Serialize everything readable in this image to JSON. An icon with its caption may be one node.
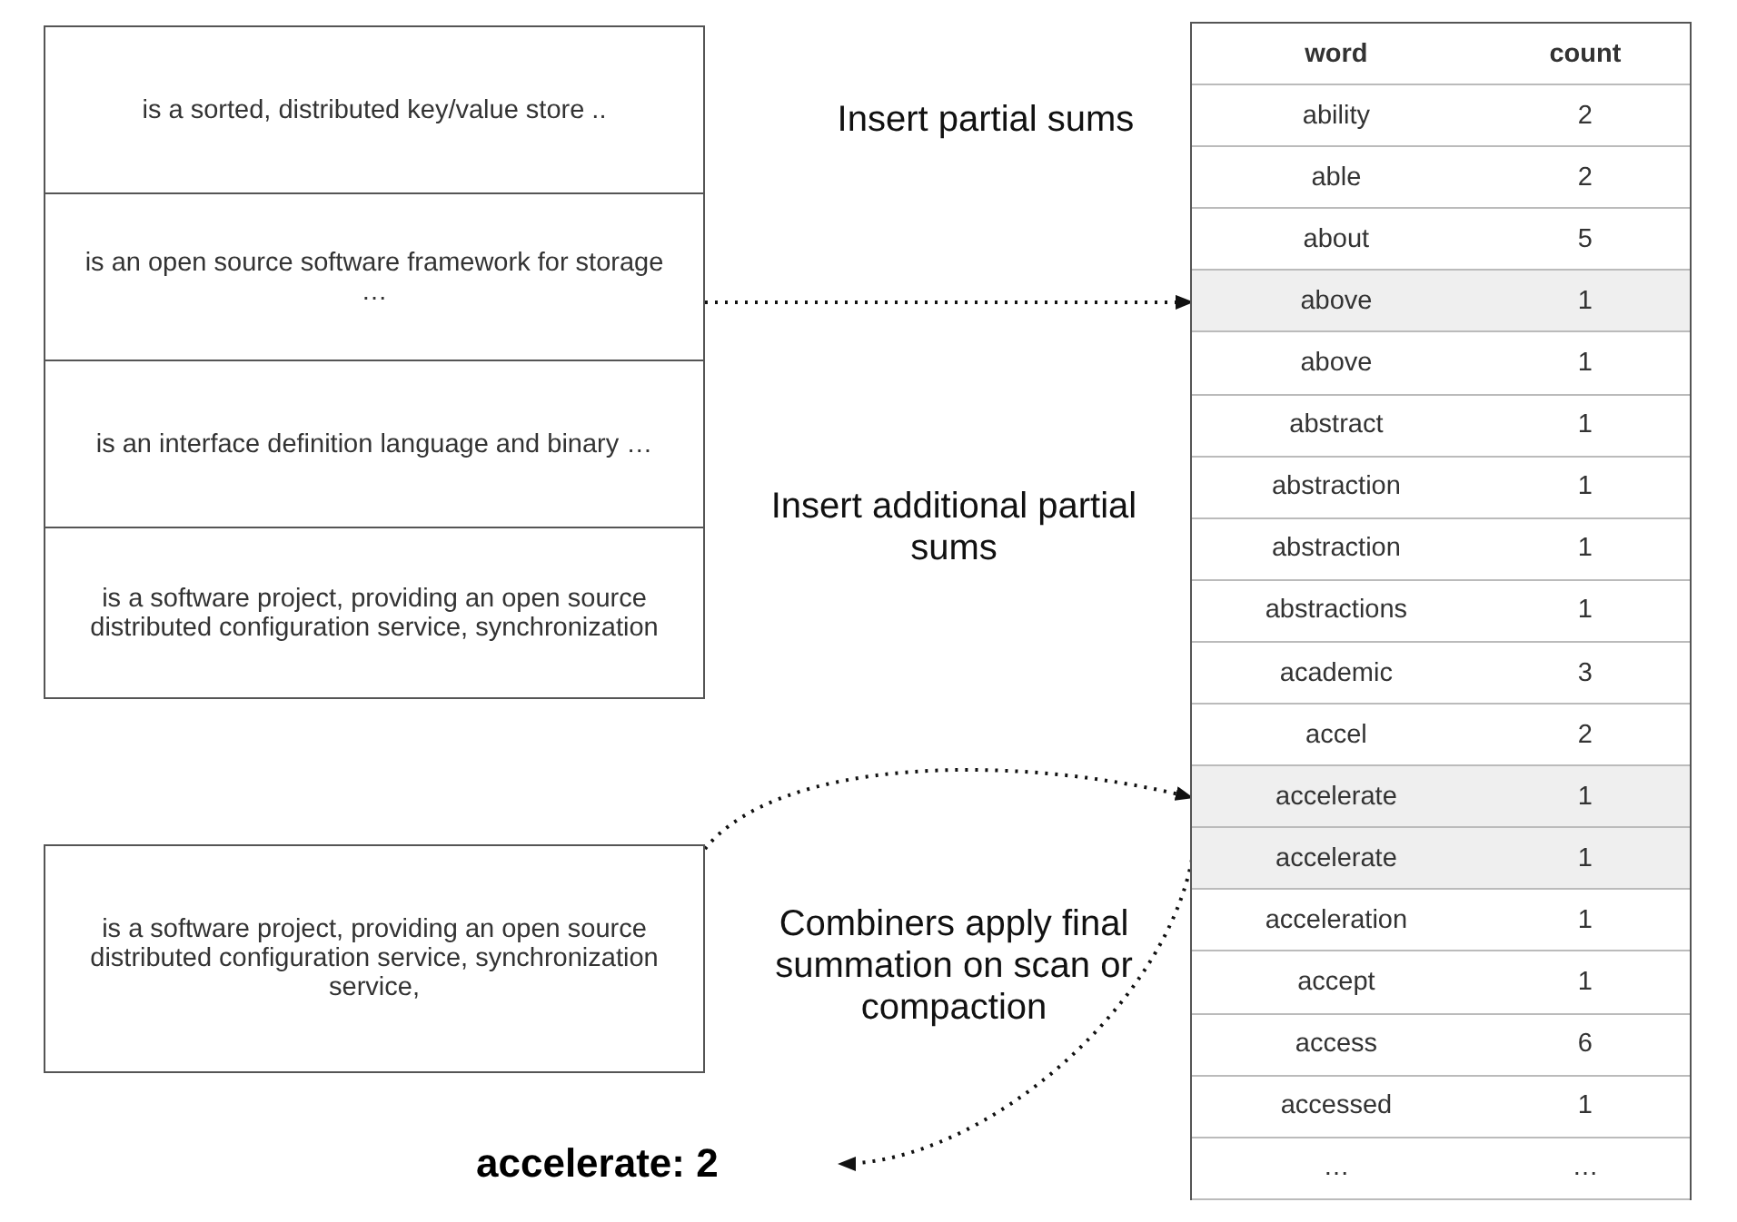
{
  "diagram": {
    "nodes": [
      {
        "text": [
          "is a sorted, distributed key/value store .."
        ]
      },
      {
        "text": [
          "is an open source software framework for storage …"
        ]
      },
      {
        "text": [
          "is an interface definition language and binary …"
        ]
      },
      {
        "text": [
          "is a software project, providing an open source distributed configuration service, synchronization"
        ]
      },
      {
        "text": [
          "is a software project, providing an open source distributed configuration service, synchronization service,"
        ]
      },
      {
        "text": [],
        "shape": "box"
      },
      {
        "text": [
          "word",
          "count"
        ],
        "in": 5
      },
      {
        "text": [
          "ability",
          "2"
        ],
        "in": 5
      },
      {
        "text": [
          "able",
          "2"
        ],
        "in": 5
      },
      {
        "text": [
          "about",
          "5"
        ],
        "in": 5
      },
      {
        "text": [
          "above",
          "1"
        ],
        "in": 5
      },
      {
        "text": [
          "above",
          "1"
        ],
        "in": 5
      },
      {
        "text": [
          "abstract",
          "1"
        ],
        "in": 5
      },
      {
        "text": [
          "abstraction",
          "1"
        ],
        "in": 5
      },
      {
        "text": [
          "abstraction",
          "1"
        ],
        "in": 5
      },
      {
        "text": [
          "abstractions",
          "1"
        ],
        "in": 5
      },
      {
        "text": [
          "academic",
          "3"
        ],
        "in": 5
      },
      {
        "text": [
          "accel",
          "2"
        ],
        "in": 5
      },
      {
        "text": [
          "accelerate",
          "1"
        ],
        "in": 5
      },
      {
        "text": [
          "accelerate",
          "1"
        ],
        "in": 5
      },
      {
        "text": [
          "acceleration",
          "1"
        ],
        "in": 5
      },
      {
        "text": [
          "accept",
          "1"
        ],
        "in": 5
      },
      {
        "text": [
          "access",
          "6"
        ],
        "in": 5
      },
      {
        "text": [
          "accessed",
          "1"
        ],
        "in": 5
      },
      {
        "text": [
          "…",
          "…"
        ],
        "in": 5
      },
      {
        "text": [
          "accelerate: 2"
        ]
      }
    ],
    "edges": [
      {
        "from": 1,
        "to": 10,
        "arrow": "to",
        "style": "dashed"
      },
      {
        "from": 4,
        "to": 18,
        "arrow": "to",
        "style": "dashed"
      },
      {
        "from": 19,
        "to": 25,
        "arrow": "to",
        "style": "dashed"
      }
    ],
    "labels": [
      "Insert partial sums",
      "Insert additional partial sums",
      "Combiners apply final summation on scan or compaction"
    ]
  }
}
